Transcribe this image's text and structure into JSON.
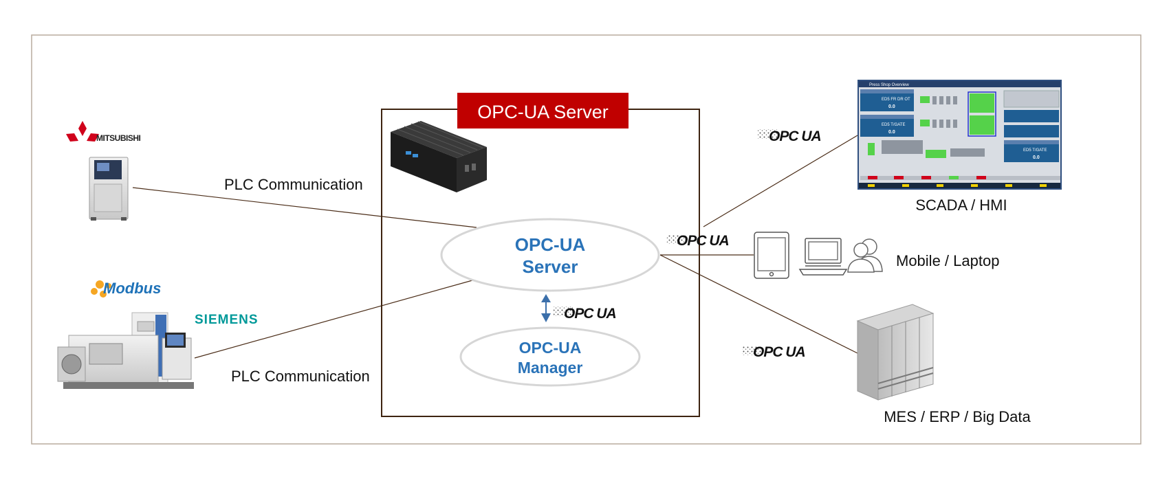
{
  "server_box": {
    "banner": "OPC-UA Server"
  },
  "nodes": {
    "server": {
      "line1": "OPC-UA",
      "line2": "Server"
    },
    "manager": {
      "line1": "OPC-UA",
      "line2": "Manager"
    }
  },
  "links": {
    "plc_top": "PLC Communication",
    "plc_bottom": "PLC Communication"
  },
  "clients": {
    "scada": "SCADA / HMI",
    "mobile": "Mobile / Laptop",
    "mes": "MES / ERP / Big Data"
  },
  "brands": {
    "mitsubishi": "MITSUBISHI",
    "modbus": "Modbus",
    "siemens": "SIEMENS",
    "opc_mark": "OPC UA"
  },
  "hmi_screen": {
    "title": "Press Shop Overview",
    "panel_a": "ED5 FR DR OT",
    "panel_b": "ED5 T/GATE",
    "panel_c": "ED5 T/GATE",
    "value": "0.0"
  },
  "colors": {
    "frame": "#b8ab9e",
    "server_box": "#3d2310",
    "banner": "#c00000",
    "node_text": "#2a73b8",
    "link": "#4a2c17",
    "arrow": "#3b6faa"
  }
}
